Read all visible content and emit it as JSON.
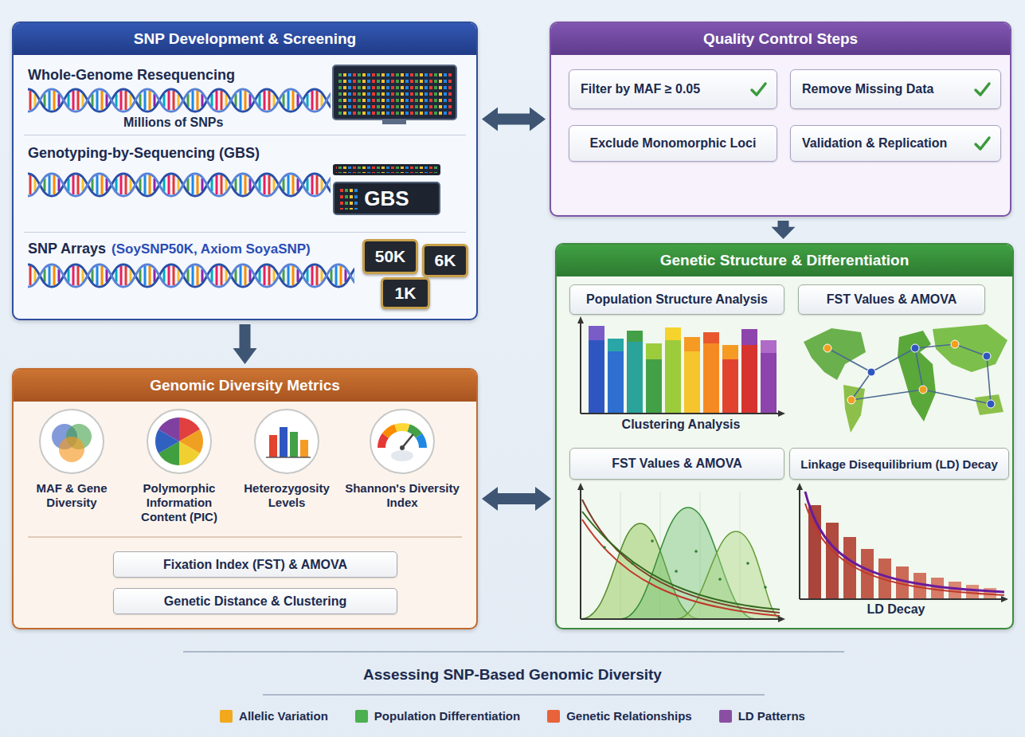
{
  "diagram": {
    "caption": "Assessing SNP-Based Genomic Diversity",
    "nodes": [
      {
        "text": [
          "SNP Development & Screening"
        ]
      },
      {
        "text": [
          "Whole-Genome Resequencing",
          "Millions of SNPs"
        ],
        "in": 0
      },
      {
        "text": [
          "Genotyping-by-Sequencing (GBS)"
        ],
        "in": 0
      },
      {
        "text": [
          "GBS"
        ],
        "in": 2
      },
      {
        "text": [
          "SNP Arrays",
          "(SoySNP50K, Axiom SoyaSNP)"
        ],
        "in": 0
      },
      {
        "text": [
          "50K"
        ],
        "in": 4
      },
      {
        "text": [
          "6K"
        ],
        "in": 4
      },
      {
        "text": [
          "1K"
        ],
        "in": 4
      },
      {
        "text": [
          "Quality Control Steps"
        ]
      },
      {
        "text": [
          "Filter by MAF ≥ 0.05"
        ],
        "in": 8
      },
      {
        "text": [
          "Remove Missing Data"
        ],
        "in": 8
      },
      {
        "text": [
          "Exclude Monomorphic Loci"
        ],
        "in": 8
      },
      {
        "text": [
          "Validation & Replication"
        ],
        "in": 8
      },
      {
        "text": [
          "Genetic Structure & Differentiation"
        ]
      },
      {
        "text": [
          "Population Structure Analysis"
        ],
        "in": 13
      },
      {
        "text": [
          "FST Values & AMOVA"
        ],
        "in": 13
      },
      {
        "text": [
          "FST Values & AMOVA"
        ],
        "in": 13
      },
      {
        "text": [
          "Linkage Disequilibrium (LD) Decay"
        ],
        "in": 13
      },
      {
        "text": [
          "Genomic Diversity Metrics"
        ]
      },
      {
        "text": [
          "MAF & Gene Diversity"
        ],
        "in": 18
      },
      {
        "text": [
          "Polymorphic Information Content (PIC)"
        ],
        "in": 18
      },
      {
        "text": [
          "Heterozygosity Levels"
        ],
        "in": 18
      },
      {
        "text": [
          "Shannon's Diversity Index"
        ],
        "in": 18
      },
      {
        "text": [
          "Fixation Index (FST) & AMOVA"
        ],
        "in": 18
      },
      {
        "text": [
          "Genetic Distance & Clustering"
        ],
        "in": 18
      }
    ],
    "edges": [
      {
        "from": 0,
        "to": 8,
        "arrow": "both"
      },
      {
        "from": 8,
        "to": 13,
        "arrow": "to"
      },
      {
        "from": 0,
        "to": 18,
        "arrow": "to"
      },
      {
        "from": 18,
        "to": 13,
        "arrow": "both"
      }
    ],
    "labels": [
      "Clustering Analysis",
      "LD Decay"
    ],
    "legend": [
      {
        "text": "Allelic Variation",
        "color": "#f2a81d"
      },
      {
        "text": "Population Differentiation",
        "color": "#4caf50"
      },
      {
        "text": "Genetic Relationships",
        "color": "#e8623a"
      },
      {
        "text": "LD Patterns",
        "color": "#8a4fa3"
      }
    ]
  }
}
